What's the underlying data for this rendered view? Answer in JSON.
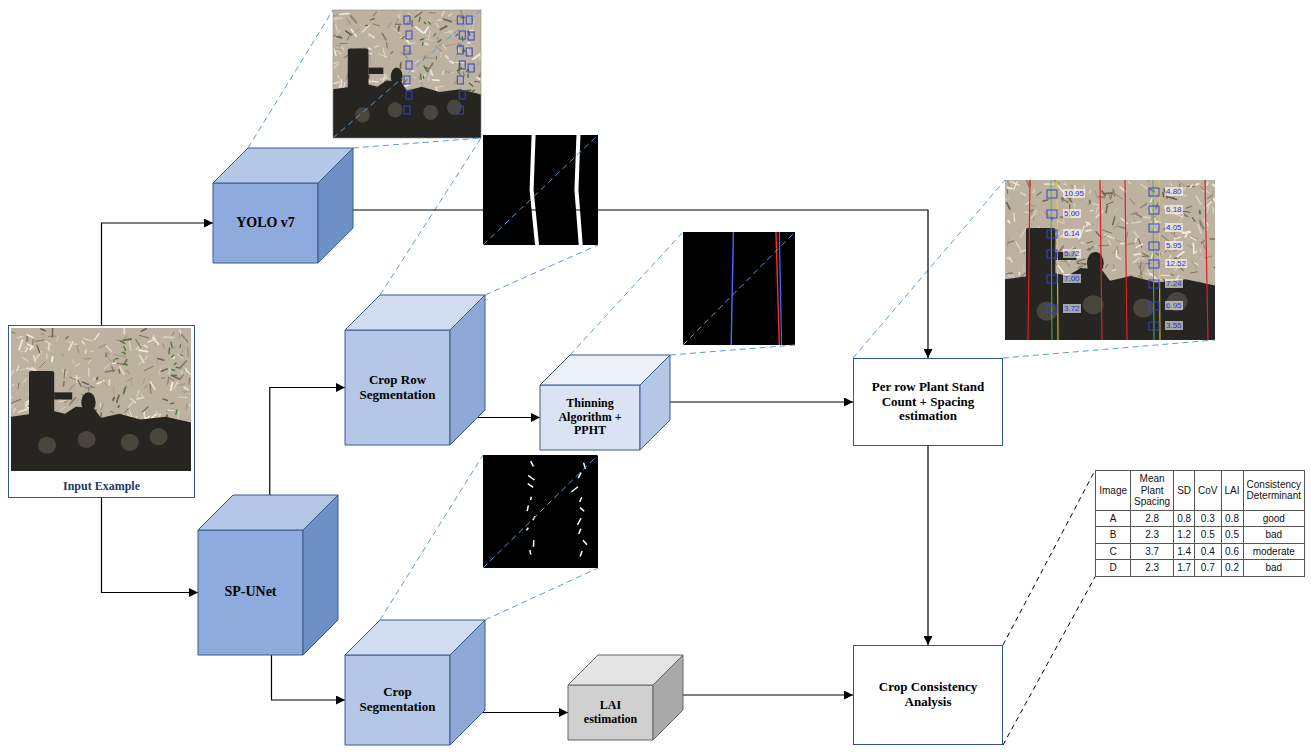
{
  "diagram": {
    "nodes": [
      {
        "text": [
          "Input Example"
        ]
      },
      {
        "text": [
          "YOLO v7"
        ]
      },
      {
        "text": [
          "SP-UNet"
        ]
      },
      {
        "text": [
          "Crop Row Segmentation"
        ]
      },
      {
        "text": [
          "Crop Segmentation"
        ]
      },
      {
        "text": [
          "Thinning Algorithm + PPHT"
        ]
      },
      {
        "text": [
          "LAI estimation"
        ]
      },
      {
        "text": [
          "Per row Plant Stand Count + Spacing estimation"
        ]
      },
      {
        "text": [
          "Crop Consistency Analysis"
        ]
      }
    ],
    "edges": [
      {
        "from": 0,
        "to": 1,
        "arrow": "to"
      },
      {
        "from": 0,
        "to": 2,
        "arrow": "to"
      },
      {
        "from": 1,
        "to": 7,
        "arrow": "to"
      },
      {
        "from": 2,
        "to": 3,
        "arrow": "to"
      },
      {
        "from": 2,
        "to": 4,
        "arrow": "to"
      },
      {
        "from": 3,
        "to": 5,
        "arrow": "to"
      },
      {
        "from": 5,
        "to": 7,
        "arrow": "to"
      },
      {
        "from": 7,
        "to": 8,
        "arrow": "to"
      },
      {
        "from": 4,
        "to": 6,
        "arrow": "to"
      },
      {
        "from": 6,
        "to": 8,
        "arrow": "to"
      }
    ],
    "labels": [
      "10.95",
      "5.00",
      "6.14",
      "5.72",
      "7.00",
      "3.72",
      "4.80",
      "6.18",
      "4.05",
      "5.95",
      "12.52",
      "7.24",
      "6.95",
      "3.55",
      "Image",
      "Mean Plant Spacing",
      "SD",
      "CoV",
      "LAI",
      "Consistency Determinant",
      "A",
      "2.8",
      "0.8",
      "0.3",
      "0.8",
      "good",
      "B",
      "2.3",
      "1.2",
      "0.5",
      "0.5",
      "bad",
      "C",
      "3.7",
      "1.4",
      "0.4",
      "0.6",
      "moderate",
      "D",
      "2.3",
      "1.7",
      "0.7",
      "0.2",
      "bad"
    ]
  }
}
